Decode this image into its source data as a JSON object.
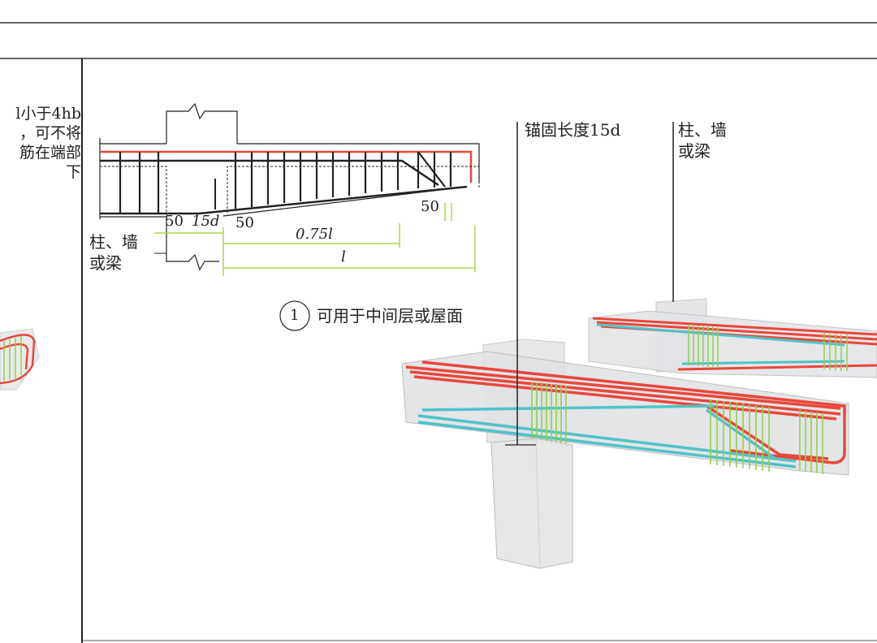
{
  "left_note": {
    "lines": [
      "l小于4hb",
      "，可不将",
      "筋在端部",
      "下"
    ]
  },
  "detail": {
    "support_label_line1": "柱、墙",
    "support_label_line2": "或梁",
    "dims": {
      "d50_left": "50",
      "d15d": "15d",
      "d50_mid": "50",
      "d075l": "0.75l",
      "dl": "l",
      "d50_right": "50"
    },
    "caption_number": "1",
    "caption_text": "可用于中间层或屋面"
  },
  "model": {
    "anchor_label": "锚固长度15d",
    "support_label_line1": "柱、墙",
    "support_label_line2": "或梁"
  },
  "colors": {
    "top_bar": "#e8473c",
    "bottom_bar": "#4fc3c8",
    "stirrup": "#8fd14f",
    "dim_line": "#a8d84a"
  }
}
